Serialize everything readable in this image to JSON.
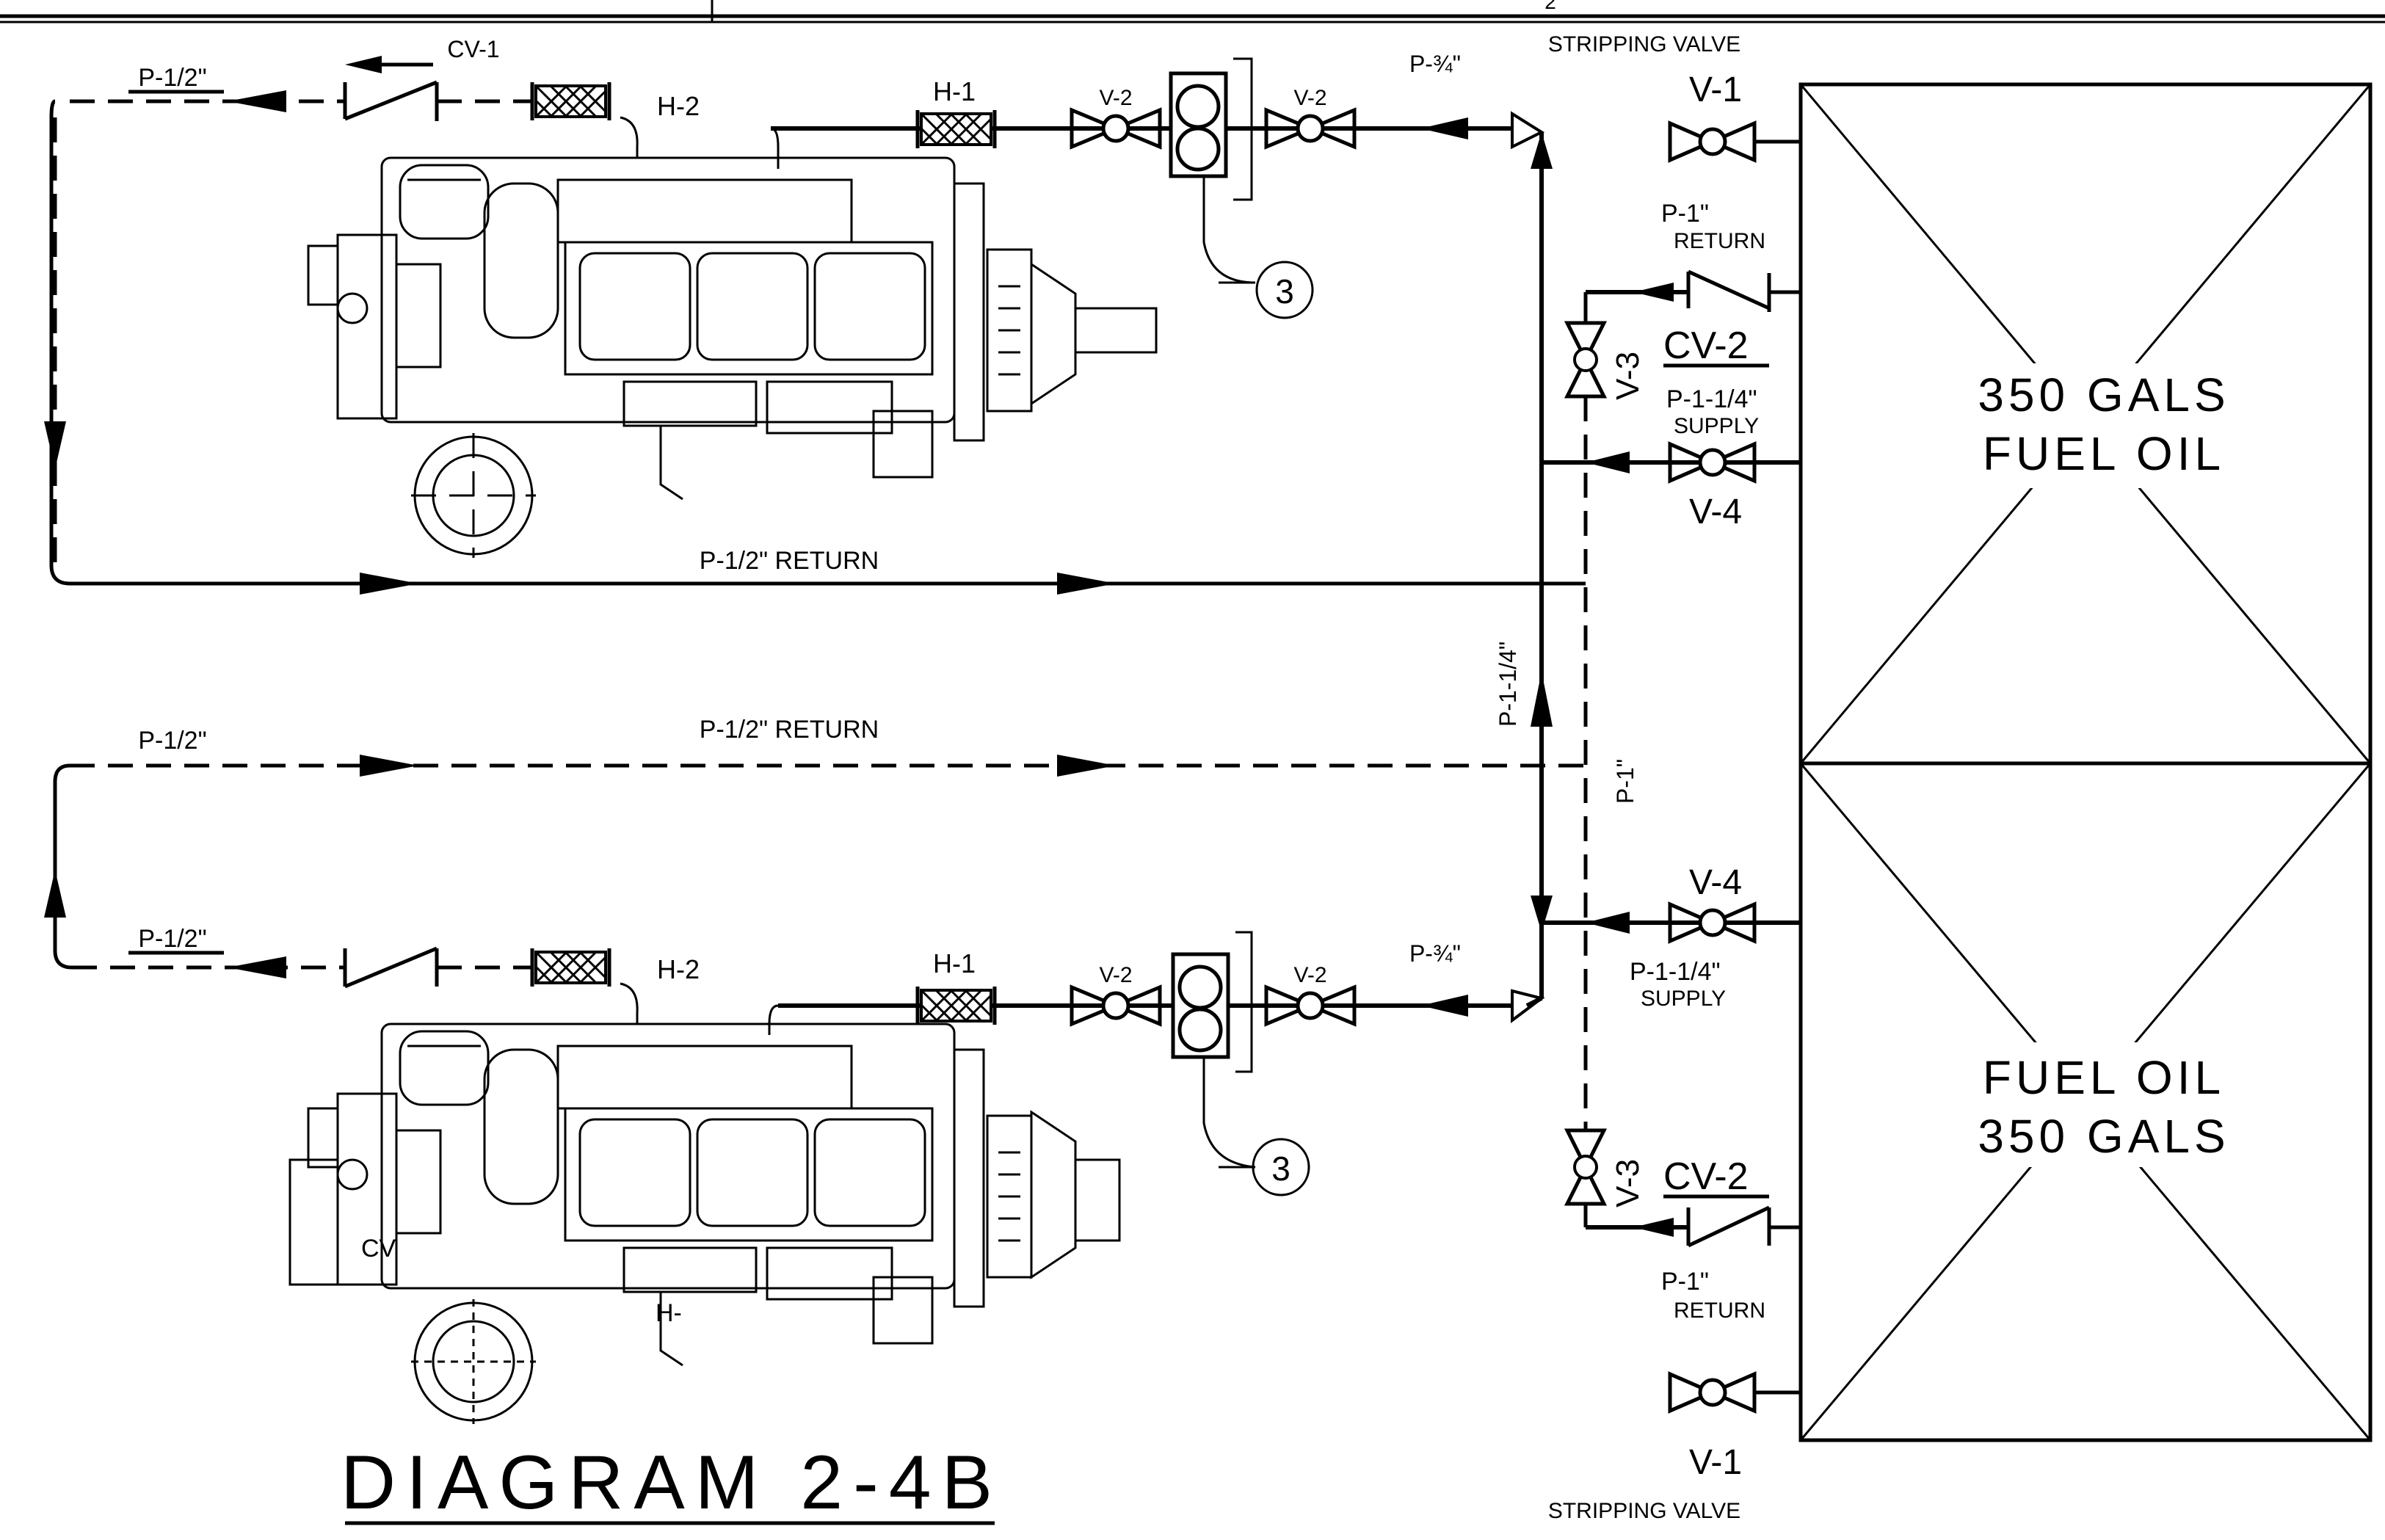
{
  "sheet": {
    "number": "2"
  },
  "diagram_title": "DIAGRAM 2-4B",
  "tank_top": {
    "line1": "350 GALS",
    "line2": "FUEL OIL"
  },
  "tank_bottom": {
    "line1": "FUEL OIL",
    "line2": "350 GALS"
  },
  "labels": {
    "stripping_valve_top": "STRIPPING VALVE",
    "stripping_valve_bottom": "STRIPPING VALVE",
    "v1_top": "V-1",
    "v1_bottom": "V-1",
    "v2": "V-2",
    "v3": "V-3",
    "v4_top": "V-4",
    "v4_bottom": "V-4",
    "cv1": "CV-1",
    "cv2_top": "CV-2",
    "cv2_bottom": "CV-2",
    "h1": "H-1",
    "h2": "H-2",
    "p_half": "P-1/2\"",
    "p_half_return": "P-1/2\" RETURN",
    "p_three_quarter": "P-¾\"",
    "p_one_quarter_vert": "P-1-1/4\"",
    "p_one_vert": "P-1\"",
    "p1": "P-1\"",
    "return": "RETURN",
    "p114": "P-1-1/4\"",
    "supply": "SUPPLY",
    "callout": "3",
    "cv_partial": "CV",
    "h_partial": "H-"
  },
  "colors": {
    "line": "#000000",
    "background": "#ffffff"
  }
}
